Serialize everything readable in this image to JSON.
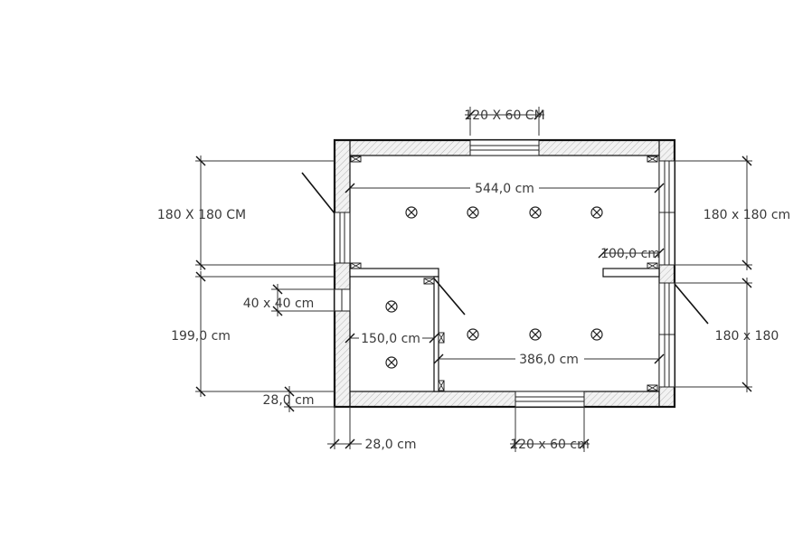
{
  "labels": {
    "window_top": "120 X 60 CM",
    "window_left": "180 X 180 CM",
    "window_right_top": "180 x 180 cm",
    "window_right_bottom": "180 x 180",
    "window_bottom": "120 x 60 cm",
    "room_width": "544,0 cm",
    "partition_100": "100,0 cm",
    "small_room_width": "150,0 cm",
    "large_room_lower": "386,0 cm",
    "column_40": "40 x 40 cm",
    "left_lower_height": "199,0 cm",
    "wall_28_vertical": "28,0 cm",
    "wall_28_horizontal": "28,0 cm"
  }
}
